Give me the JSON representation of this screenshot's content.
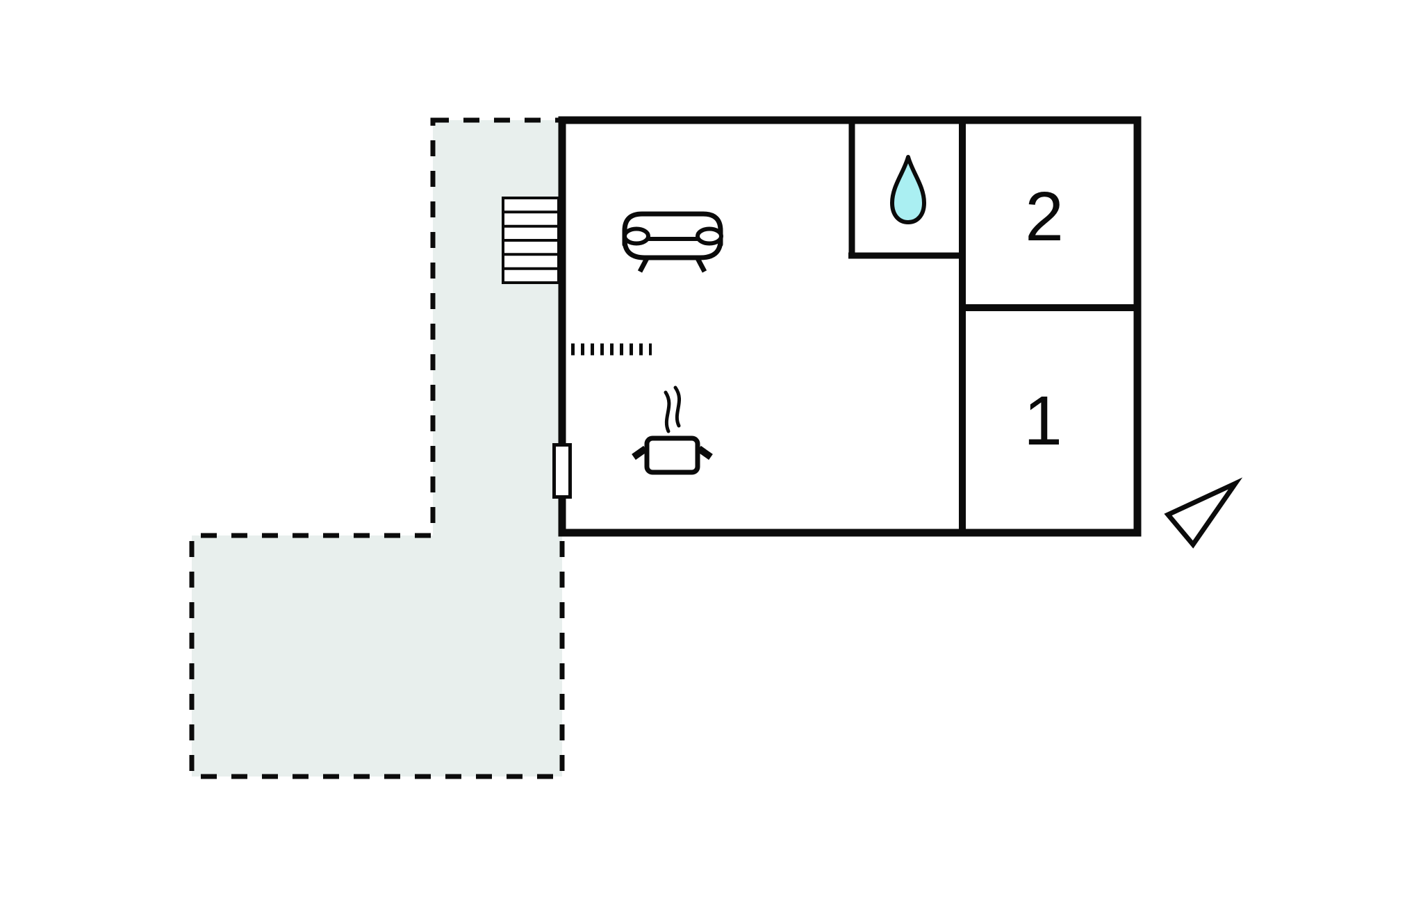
{
  "floorplan": {
    "rooms": {
      "bedroom_1": {
        "label": "1"
      },
      "bedroom_2": {
        "label": "2"
      }
    },
    "colors": {
      "line": "#0b0b0b",
      "background": "#ffffff",
      "terrace_fill": "#e8efed",
      "water_drop_fill": "#aaeff2"
    },
    "icons": {
      "stairs": "stairs-icon",
      "sofa": "sofa-icon",
      "cooking_pot": "cooking-pot-icon",
      "water_drop": "water-drop-icon",
      "north_arrow": "north-arrow-icon",
      "door": "door-marker",
      "kitchen_divider": "dotted-divider-line"
    }
  }
}
